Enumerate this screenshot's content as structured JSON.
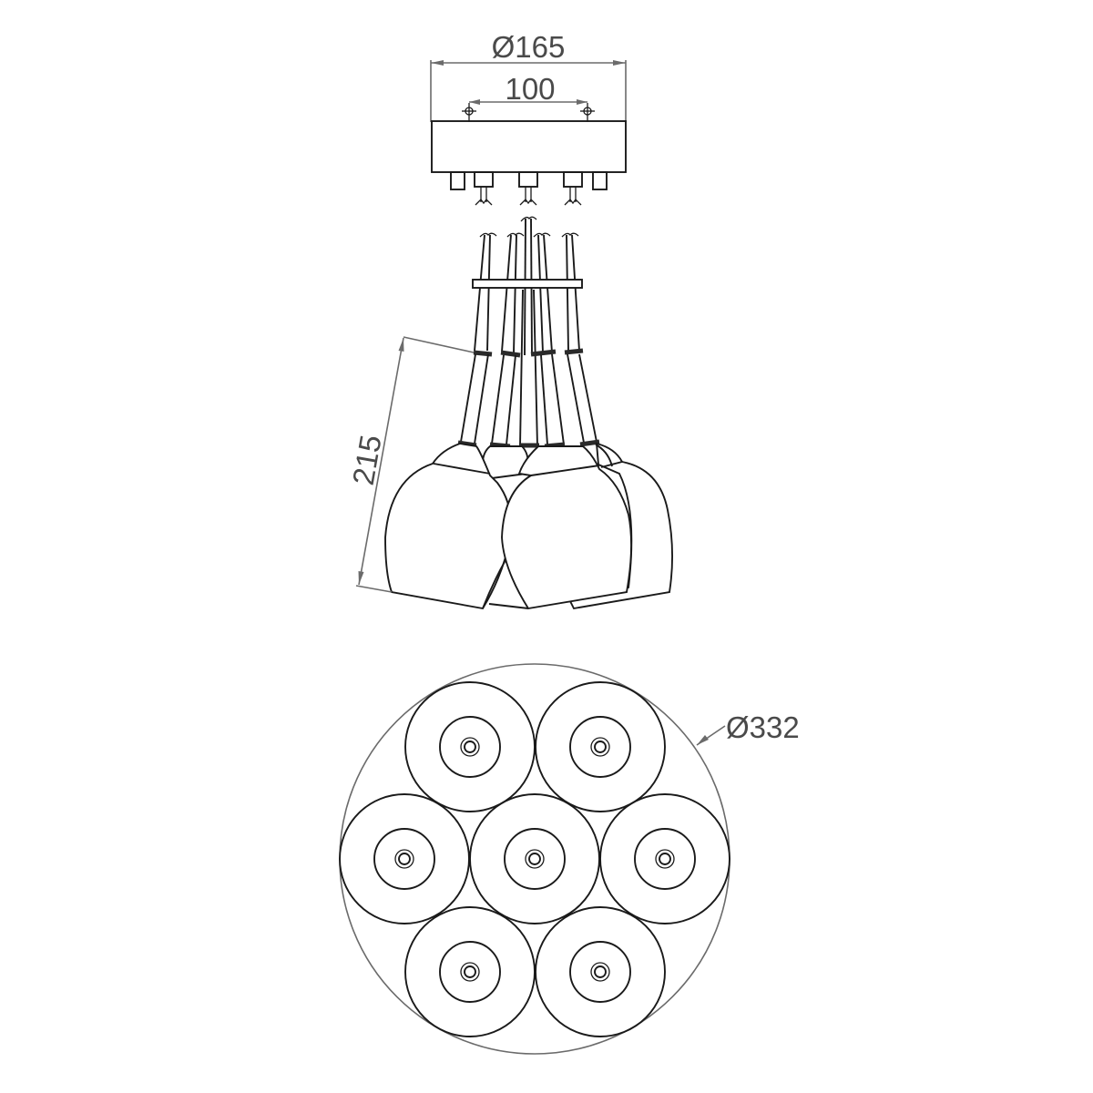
{
  "drawing": {
    "title": "Pendant lamp 7-light technical drawing",
    "views": [
      "side-view",
      "bottom-view"
    ],
    "colors": {
      "object_line": "#1a1a1a",
      "dimension_line": "#6b6b6b",
      "dimension_text": "#4a4a4a",
      "background": "#ffffff"
    }
  },
  "dimensions": {
    "canopy_diameter": "Ø165",
    "mount_hole_spacing": "100",
    "shade_height": "215",
    "overall_diameter": "Ø332"
  },
  "bottom_view": {
    "shade_count": 7,
    "layout": "hexagonal (6 around 1)"
  }
}
